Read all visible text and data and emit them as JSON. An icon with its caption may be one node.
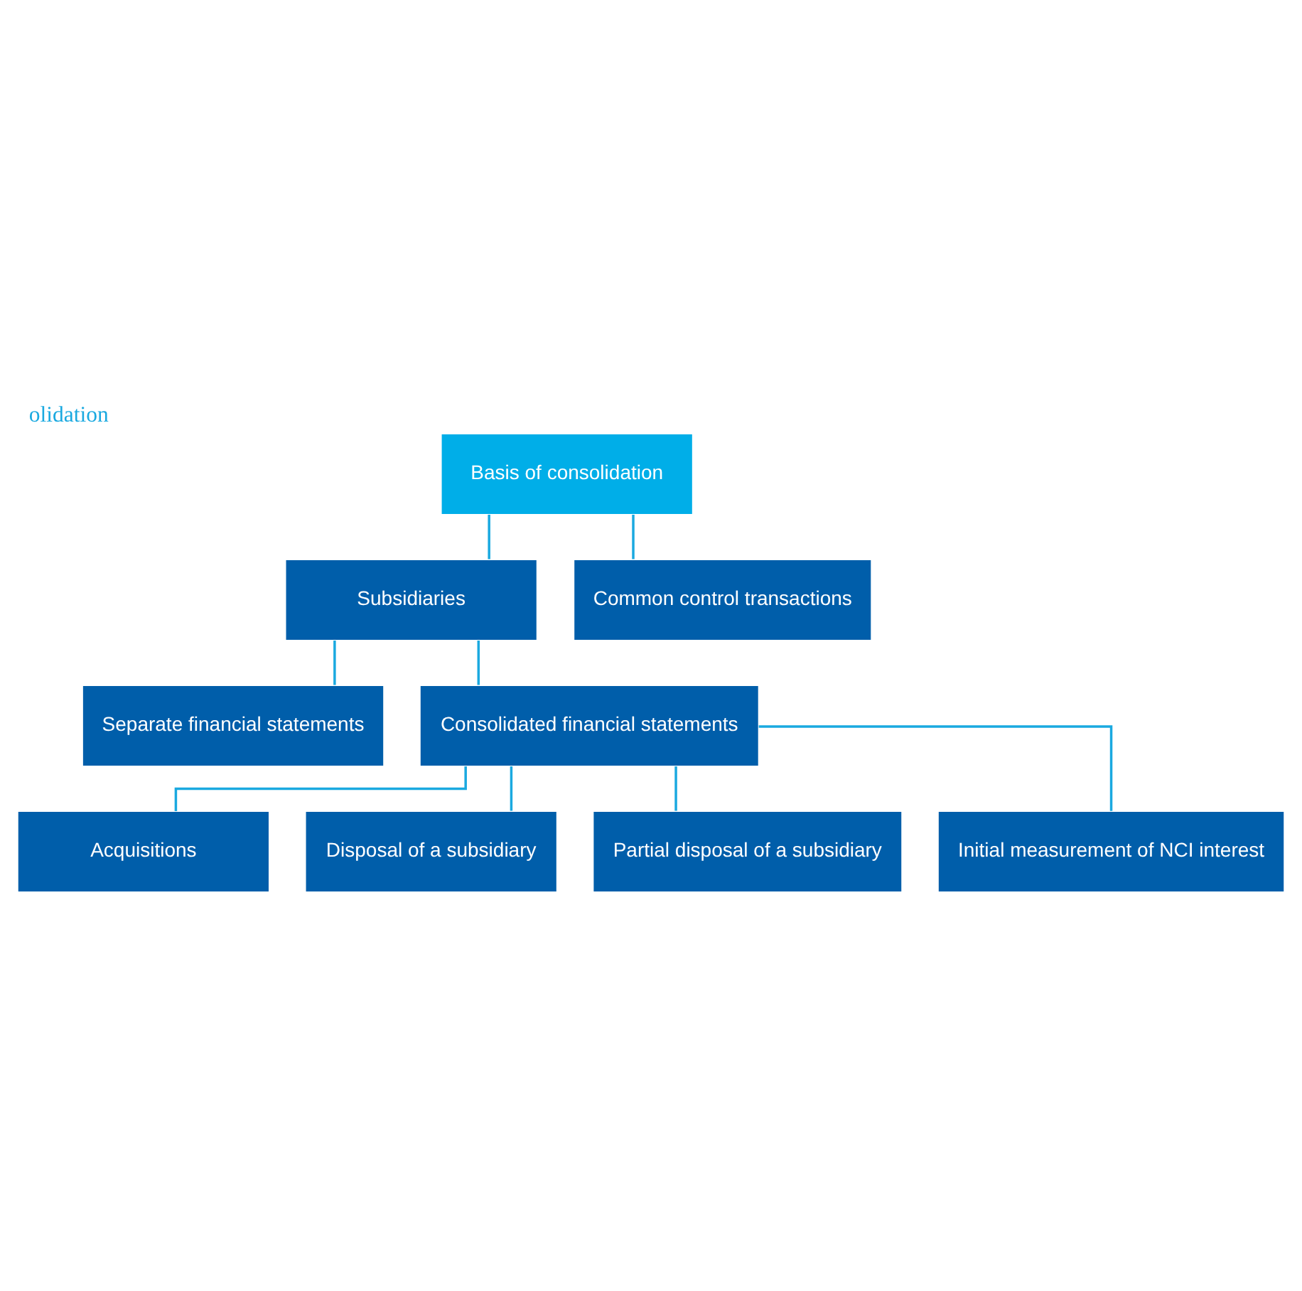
{
  "diagram": {
    "title": "olidation",
    "nodes": [
      {
        "text": [
          "Basis of consolidation"
        ]
      },
      {
        "text": [
          "Subsidiaries"
        ]
      },
      {
        "text": [
          "Common control transactions"
        ]
      },
      {
        "text": [
          "Separate financial statements"
        ]
      },
      {
        "text": [
          "Consolidated financial statements"
        ]
      },
      {
        "text": [
          "Acquisitions"
        ]
      },
      {
        "text": [
          "Disposal of a subsidiary"
        ]
      },
      {
        "text": [
          "Partial disposal of a subsidiary"
        ]
      },
      {
        "text": [
          "Initial measurement of NCI interest"
        ]
      }
    ],
    "edges": [
      {
        "from": 0,
        "to": 1,
        "arrow": "none"
      },
      {
        "from": 0,
        "to": 2,
        "arrow": "none"
      },
      {
        "from": 1,
        "to": 3,
        "arrow": "none"
      },
      {
        "from": 1,
        "to": 4,
        "arrow": "none"
      },
      {
        "from": 4,
        "to": 5,
        "arrow": "none"
      },
      {
        "from": 4,
        "to": 6,
        "arrow": "none"
      },
      {
        "from": 4,
        "to": 7,
        "arrow": "none"
      },
      {
        "from": 4,
        "to": 8,
        "arrow": "none"
      }
    ]
  }
}
